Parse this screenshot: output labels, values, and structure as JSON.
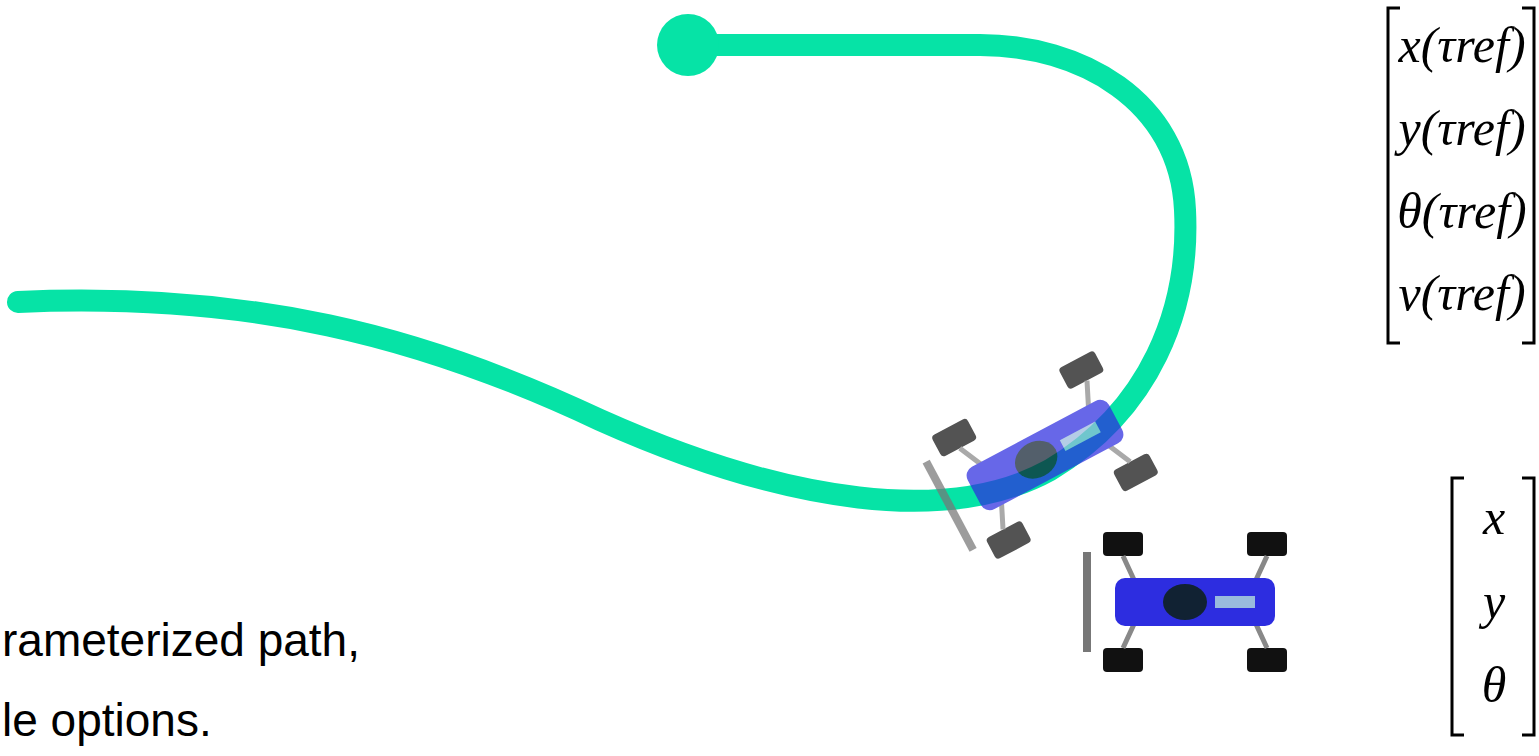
{
  "diagram": {
    "labels": [
      "x(τref)",
      "y(τref)",
      "θ(τref)",
      "v(τref)",
      "x",
      "y",
      "θ",
      "rameterized path,",
      "le options."
    ]
  }
}
